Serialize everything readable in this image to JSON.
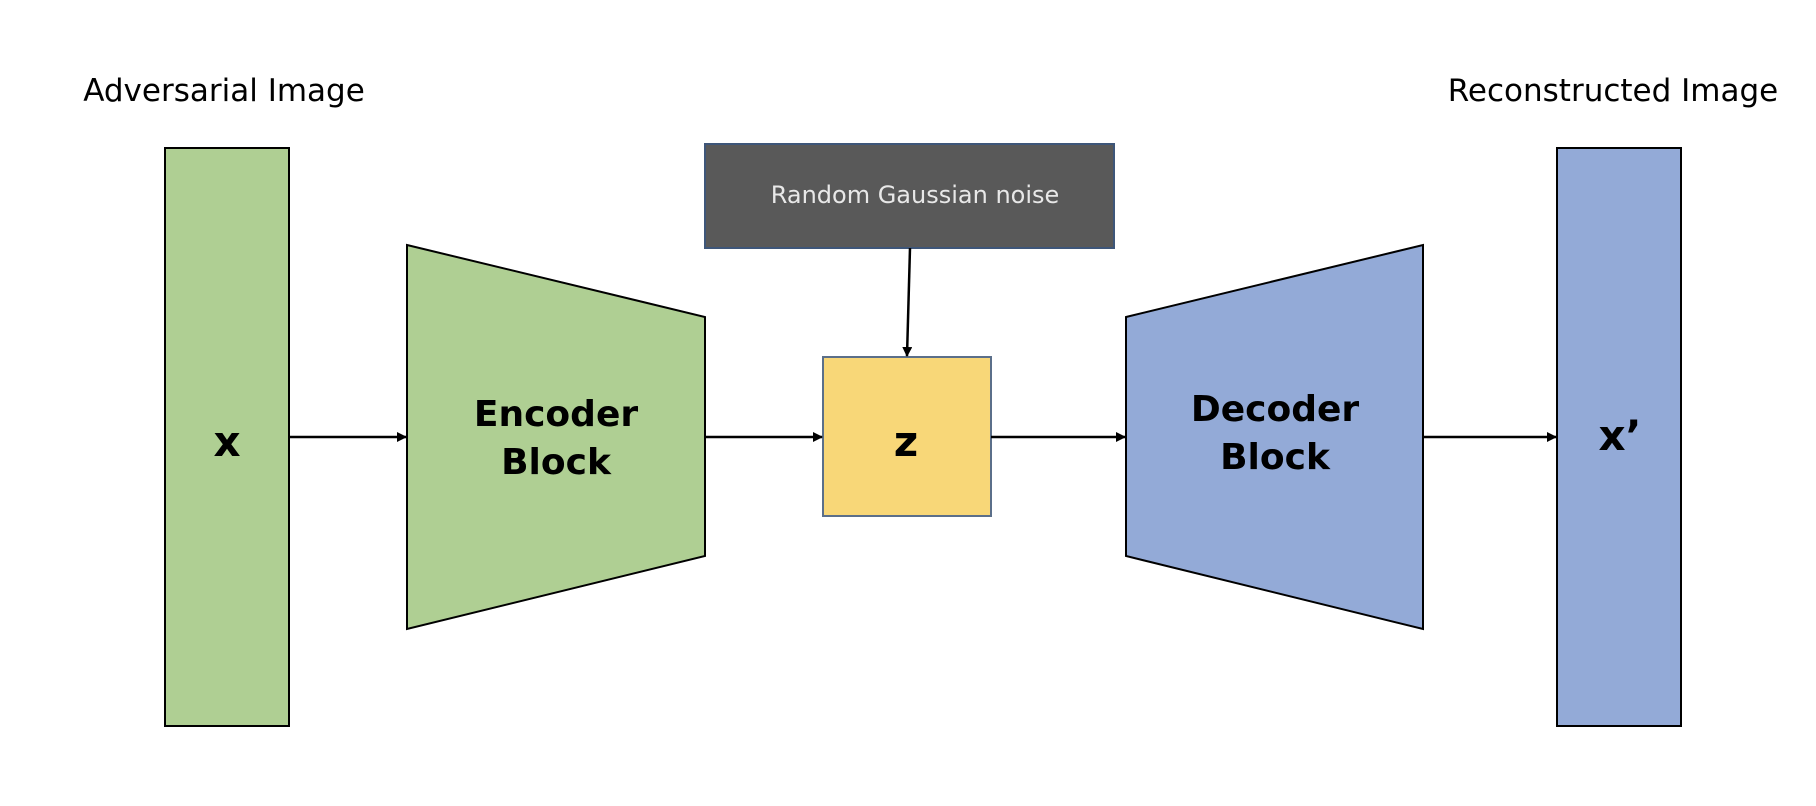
{
  "captions": {
    "input": "Adversarial Image",
    "output": "Reconstructed Image"
  },
  "noise": {
    "label": "Random Gaussian noise"
  },
  "input_image": {
    "label": "x"
  },
  "encoder": {
    "line1": "Encoder",
    "line2": "Block"
  },
  "latent": {
    "label": "z"
  },
  "decoder": {
    "line1": "Decoder",
    "line2": "Block"
  },
  "output_image": {
    "label": "x’"
  },
  "colors": {
    "input_fill": "#afcf93",
    "encoder_fill": "#afcf93",
    "latent_fill": "#f8d778",
    "decoder_fill": "#93aad7",
    "output_fill": "#93aad7",
    "noise_fill": "#595959",
    "stroke": "#000000"
  }
}
